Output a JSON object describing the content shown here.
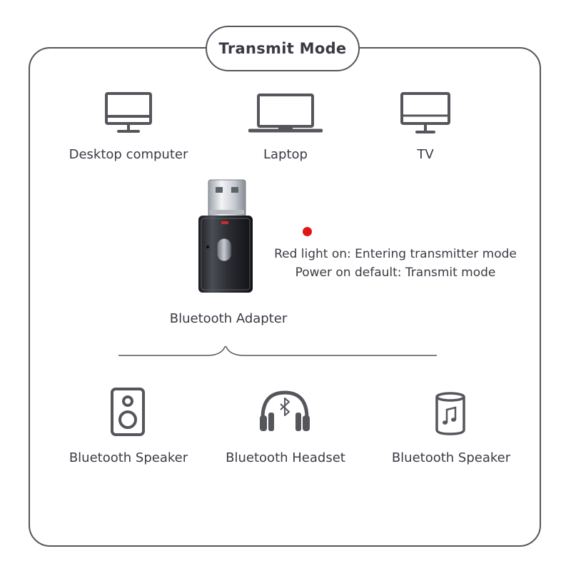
{
  "title": "Transmit Mode",
  "sources": [
    {
      "label": "Desktop computer",
      "icon": "desktop-computer-icon"
    },
    {
      "label": "Laptop",
      "icon": "laptop-icon"
    },
    {
      "label": "TV",
      "icon": "tv-icon"
    }
  ],
  "adapter": {
    "label": "Bluetooth Adapter",
    "indicator_color": "#e01515",
    "info_line1": "Red light on: Entering transmitter mode",
    "info_line2": "Power on default: Transmit mode"
  },
  "targets": [
    {
      "label": "Bluetooth Speaker",
      "icon": "speaker-icon"
    },
    {
      "label": "Bluetooth Headset",
      "icon": "bluetooth-headset-icon"
    },
    {
      "label": "Bluetooth Speaker",
      "icon": "cylinder-speaker-icon"
    }
  ],
  "colors": {
    "line": "#55555c",
    "text": "#3a3a44"
  }
}
